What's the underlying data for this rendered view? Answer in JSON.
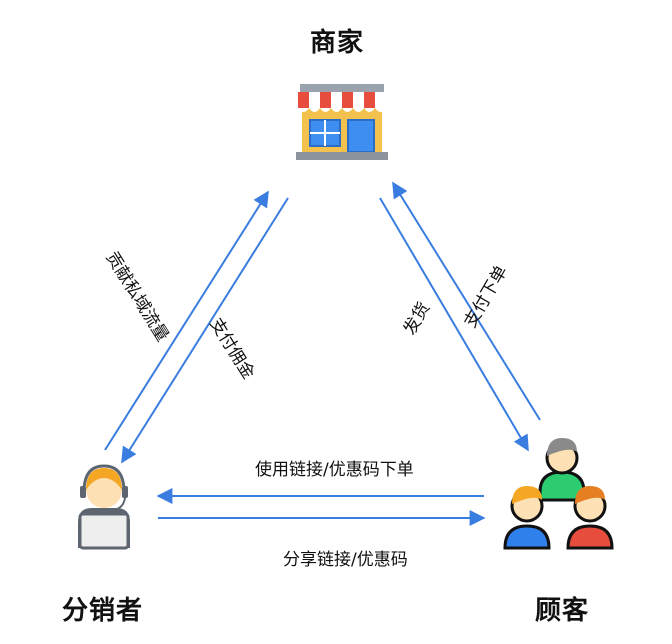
{
  "nodes": {
    "merchant": {
      "label": "商家",
      "icon": "storefront-icon"
    },
    "distributor": {
      "label": "分销者",
      "icon": "headset-agent-icon"
    },
    "customer": {
      "label": "顾客",
      "icon": "customer-group-icon"
    }
  },
  "edges": {
    "contribute_traffic": "贡献私域流量",
    "pay_commission": "支付佣金",
    "ship_goods": "发货",
    "pay_order": "支付下单",
    "use_link_order": "使用链接/优惠码下单",
    "share_link": "分享链接/优惠码"
  },
  "colors": {
    "arrow": "#3a7de0",
    "awning_red": "#e74c3c",
    "store_body": "#f2c14e",
    "store_window": "#3d8ef0",
    "person_skin": "#fde0b4",
    "person_hair": "#f5a623",
    "green_shirt": "#2ecc71",
    "blue_shirt": "#2f80ed",
    "red_shirt": "#e74c3c"
  }
}
